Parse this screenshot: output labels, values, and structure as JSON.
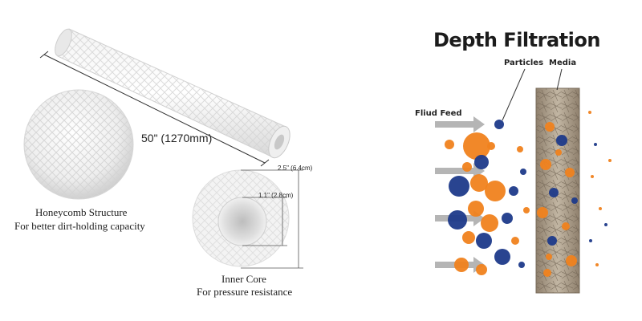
{
  "left_panel": {
    "length_label": "50\" (1270mm)",
    "outer_diameter_label": "2.5\" (6.4cm)",
    "inner_diameter_label": "1.1\" (2.8cm)",
    "honeycomb_title": "Honeycomb Structure",
    "honeycomb_caption": "For better dirt-holding capacity",
    "core_title": "Inner Core",
    "core_caption": "For pressure resistance"
  },
  "right_panel": {
    "title": "Depth Filtration",
    "particles_label": "Particles",
    "media_label": "Media",
    "feed_label": "Fliud Feed",
    "colors": {
      "orange": "#f0821e",
      "blue": "#1e3a8a",
      "arrow": "#b5b5b5",
      "media": "#a89a86"
    }
  }
}
